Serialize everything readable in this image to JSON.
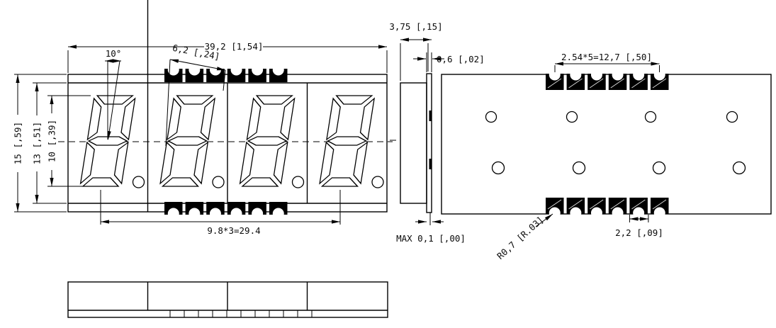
{
  "front_view": {
    "overall_width": "39,2 [1,54]",
    "pad_group_width": "6,2 [,24]",
    "digit_slant_angle": "10°",
    "overall_height": "15 [,59]",
    "body_height": "13 [,51]",
    "digit_height": "10 [,39]",
    "digit_pitch": "9.8*3=29.4"
  },
  "side_view": {
    "total_thickness": "3,75 [,15]",
    "pcb_thickness": "0,6 [,02]",
    "standoff_max": "MAX 0,1 [,00]"
  },
  "back_view": {
    "pad_pitch_total": "2.54*5=12,7 [,50]",
    "pad_width": "2,2 [,09]",
    "pad_notch_radius": "R0,7 [R.03]"
  },
  "colors": {
    "line": "#000000",
    "background": "#ffffff",
    "pad_fill": "#000000"
  }
}
